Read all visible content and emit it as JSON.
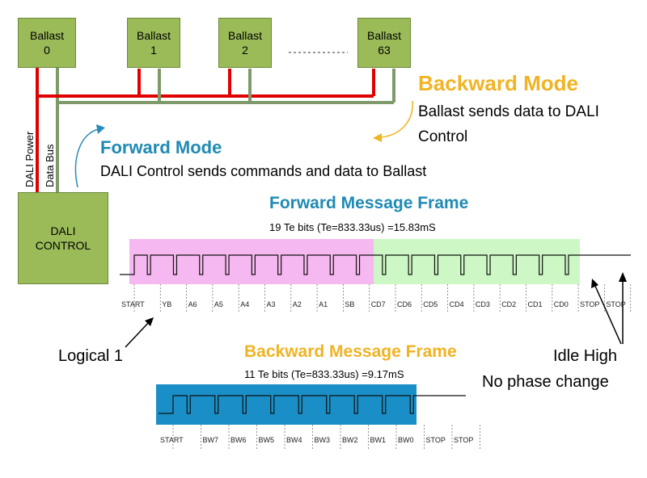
{
  "ballasts": [
    {
      "name": "Ballast",
      "index": "0"
    },
    {
      "name": "Ballast",
      "index": "1"
    },
    {
      "name": "Ballast",
      "index": "2"
    },
    {
      "name": "Ballast",
      "index": "63"
    }
  ],
  "dali_control": {
    "line1": "DALI",
    "line2": "CONTROL"
  },
  "bus_labels": {
    "power": "DALI Power",
    "data": "Data Bus"
  },
  "backward_mode": {
    "title": "Backward Mode",
    "line1": "Ballast sends data to DALI",
    "line2": "Control"
  },
  "forward_mode": {
    "title": "Forward Mode",
    "desc": "DALI Control sends commands and data to Ballast"
  },
  "forward_frame": {
    "title": "Forward Message Frame",
    "subtitle": "19 Te bits  (Te=833.33us) =15.83mS",
    "bits": [
      "START",
      "YB",
      "A6",
      "A5",
      "A4",
      "A3",
      "A2",
      "A1",
      "SB",
      "CD7",
      "CD6",
      "CD5",
      "CD4",
      "CD3",
      "CD2",
      "CD1",
      "CD0",
      "STOP",
      "STOP"
    ]
  },
  "backward_frame": {
    "title": "Backward Message Frame",
    "subtitle": "11 Te bits  (Te=833.33us) =9.17mS",
    "bits": [
      "START",
      "BW7",
      "BW6",
      "BW5",
      "BW4",
      "BW3",
      "BW2",
      "BW1",
      "BW0",
      "STOP",
      "STOP"
    ]
  },
  "annotations": {
    "logical1": "Logical 1",
    "idle1": "Idle High",
    "idle2": "No phase change"
  },
  "colors": {
    "ballast_fill": "#9bbb59",
    "power_line": "#e00000",
    "data_line": "#7f9a6a",
    "forward_address_bg": "#f6b8f0",
    "forward_data_bg": "#cdf7c4",
    "backward_bg": "#1a8fc7",
    "orange_title": "#f0b323",
    "blue_title": "#1f8ab4"
  }
}
